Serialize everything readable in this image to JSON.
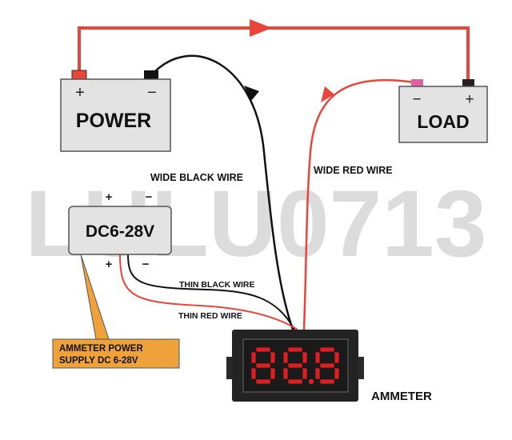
{
  "watermark": "LULU0713",
  "power": {
    "label": "POWER",
    "plus": "+",
    "minus": "−"
  },
  "load": {
    "label": "LOAD",
    "minus": "−",
    "plus": "+"
  },
  "dc_module": {
    "label": "DC6-28V",
    "plus": "+",
    "minus": "−"
  },
  "wires": {
    "wide_black": "WIDE BLACK WIRE",
    "wide_red": "WIDE RED WIRE",
    "thin_black": "THIN BLACK WIRE",
    "thin_red": "THIN RED WIRE"
  },
  "callout": {
    "line1": "AMMETER POWER",
    "line2": "SUPPLY DC 6-28V"
  },
  "ammeter": {
    "label": "AMMETER",
    "display": "88.8"
  },
  "colors": {
    "red_wire": "#e8463a",
    "black_wire": "#111111",
    "box_fill": "#e3e3e3",
    "callout_fill": "#f0a23a",
    "segment_red": "#e02020",
    "watermark": "#cfcfcf"
  }
}
